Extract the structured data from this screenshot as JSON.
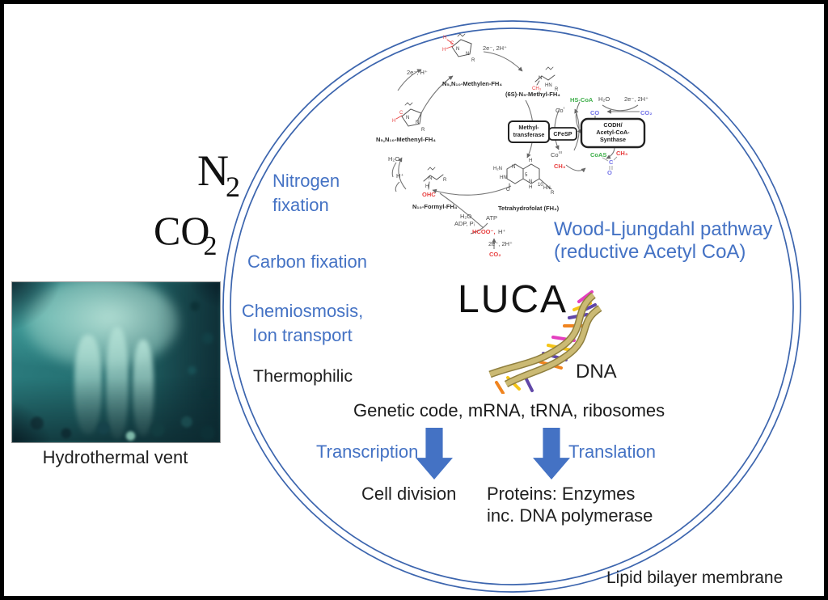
{
  "colors": {
    "accent_blue": "#4472C4",
    "membrane_blue": "#3C65AE",
    "chem_red": "#E84040",
    "chem_green": "#3DAE49",
    "chem_blue": "#7373E8",
    "dna_gold": "#C9B873"
  },
  "outside": {
    "n2_base": "N",
    "n2_sub": "2",
    "co2_base": "CO",
    "co2_sub": "2",
    "vent_caption": "Hydrothermal vent"
  },
  "labels": {
    "nitrogen_fixation": "Nitrogen\nfixation",
    "carbon_fixation": "Carbon fixation",
    "chemiosmosis": "Chemiosmosis,\nIon transport",
    "thermophilic": "Thermophilic",
    "lipid_bilayer": "Lipid bilayer membrane"
  },
  "center": {
    "luca": "LUCA",
    "dna": "DNA",
    "genetic": "Genetic code, mRNA, tRNA, ribosomes",
    "transcription": "Transcription",
    "translation": "Translation",
    "cell_division": "Cell division",
    "proteins_line1": "Proteins: Enzymes",
    "proteins_line2": "inc. DNA polymerase"
  },
  "pathway": {
    "title_line1": "Wood-Ljungdahl pathway",
    "title_line2": "(reductive Acetyl CoA)",
    "boxes": {
      "mt1": "Methyl-",
      "mt2": "transferase",
      "cfesp": "CFeSP",
      "codh1": "CODH/",
      "codh2": "Acetyl-CoA-",
      "codh3": "Synthase"
    },
    "labels": {
      "e2h2_top": "2e⁻, 2H⁺",
      "methylen": "N₅,N₁₀-Methylen-FH₄",
      "e2h1": "2e⁻, H⁺",
      "methyl": "(6S)-N₅-Methyl-FH₄",
      "methenyl": "N₅,N₁₀-Methenyl-FH₄",
      "h2o_left": "H₂O",
      "h_plus": "H⁺",
      "ohc": "OHC",
      "formyl": "N₁₀-Formyl-FH₄",
      "thf": "Tetrahydrofolat (FH₄)",
      "h2o_adp1": "H₂O",
      "h2o_adp2": "ADP, Pᵢ",
      "atp": "ATP",
      "hcoo": "HCOO⁻,",
      "hcoo_h": "H⁺",
      "e2h2_bottom": "2e⁻, 2H⁺",
      "co2_red": "CO₂",
      "co1": "Co",
      "co1_sup": "I",
      "co3": "Co",
      "co3_sup": "III",
      "ch3_red": "CH₃",
      "hs_coa": "HS-CoA",
      "h2o_right": "H₂O",
      "e2h2_right": "2e⁻, 2H⁺",
      "co_blue": "CO",
      "co2_blue": "CO₂",
      "coas": "CoAS",
      "acetyl_c": "C",
      "acetyl_o": "O",
      "acetyl_ch3": "CH₃"
    },
    "atoms": {
      "a_n1": "N",
      "a_n2": "N",
      "a_r": "R",
      "a_c": "C",
      "a_h1": "H",
      "a_h2": "H",
      "b_n": "N",
      "b_ch3": "CH₃",
      "b_hn": "HN",
      "b_r": "R",
      "c_n1": "N",
      "c_n2": "N",
      "c_r": "R",
      "c_c": "C",
      "c_h": "H",
      "d_n": "N",
      "d_h": "H",
      "d_r": "R",
      "e_h2n": "H₂N",
      "e_n1": "N",
      "e_hn1": "HN",
      "e_h1": "H",
      "e_5": "5",
      "e_n2": "N",
      "e_h2": "H",
      "e_10": "10",
      "e_hn2": "HN",
      "e_r": "R",
      "e_o": "O"
    }
  }
}
